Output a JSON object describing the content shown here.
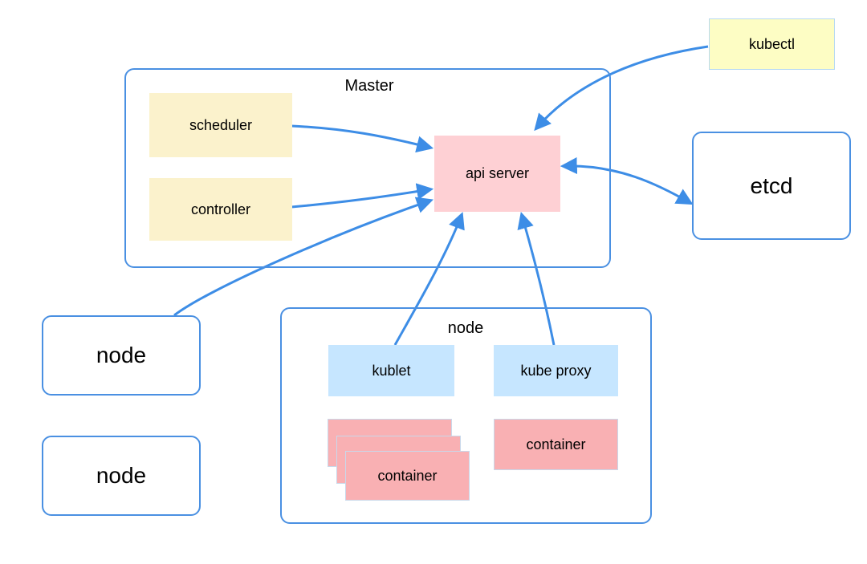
{
  "master": {
    "title": "Master"
  },
  "components": {
    "scheduler": "scheduler",
    "controller": "controller",
    "api_server": "api server",
    "kubectl": "kubectl",
    "etcd": "etcd"
  },
  "nodes": {
    "node_left_top": "node",
    "node_left_bottom": "node",
    "node_main_title": "node",
    "kubelet": "kublet",
    "kube_proxy": "kube proxy",
    "container_stack": "container",
    "container_single": "container"
  },
  "colors": {
    "outline": "#4a90e2",
    "arrow": "#3d8de6",
    "yellow": "#fbf2cc",
    "pink": "#fed0d4",
    "lightblue": "#c6e6ff",
    "red": "#f9b0b3",
    "kubectl": "#fdfdc4"
  }
}
